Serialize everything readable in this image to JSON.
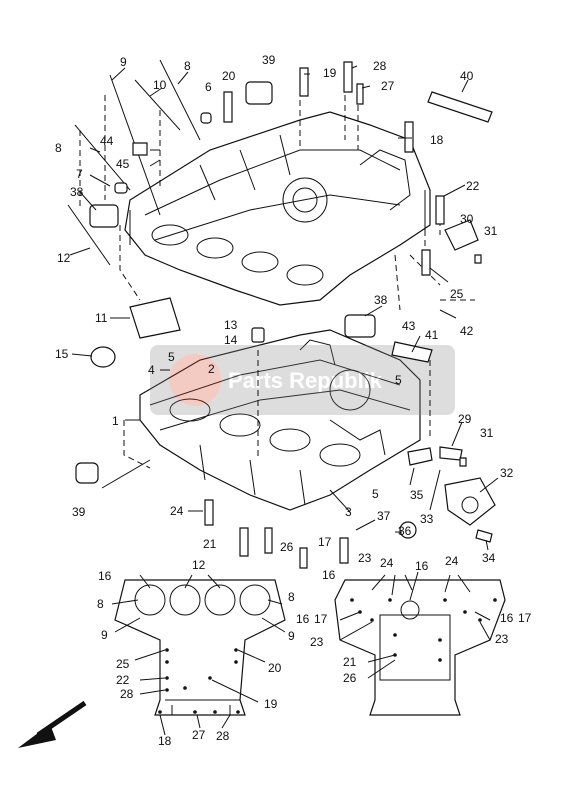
{
  "callouts": [
    {
      "id": "c9a",
      "text": "9"
    },
    {
      "id": "c8a",
      "text": "8"
    },
    {
      "id": "c39a",
      "text": "39"
    },
    {
      "id": "c19a",
      "text": "19"
    },
    {
      "id": "c28a",
      "text": "28"
    },
    {
      "id": "c40",
      "text": "40"
    },
    {
      "id": "c20a",
      "text": "20"
    },
    {
      "id": "c6",
      "text": "6"
    },
    {
      "id": "c10",
      "text": "10"
    },
    {
      "id": "c27a",
      "text": "27"
    },
    {
      "id": "c8b",
      "text": "8"
    },
    {
      "id": "c44",
      "text": "44"
    },
    {
      "id": "c45",
      "text": "45"
    },
    {
      "id": "c7",
      "text": "7"
    },
    {
      "id": "c18a",
      "text": "18"
    },
    {
      "id": "c38a",
      "text": "38"
    },
    {
      "id": "c22a",
      "text": "22"
    },
    {
      "id": "c12a",
      "text": "12"
    },
    {
      "id": "c30",
      "text": "30"
    },
    {
      "id": "c31a",
      "text": "31"
    },
    {
      "id": "c25a",
      "text": "25"
    },
    {
      "id": "c11",
      "text": "11"
    },
    {
      "id": "c38b",
      "text": "38"
    },
    {
      "id": "c13",
      "text": "13"
    },
    {
      "id": "c14",
      "text": "14"
    },
    {
      "id": "c43",
      "text": "43"
    },
    {
      "id": "c42",
      "text": "42"
    },
    {
      "id": "c41",
      "text": "41"
    },
    {
      "id": "c15",
      "text": "15"
    },
    {
      "id": "c5a",
      "text": "5"
    },
    {
      "id": "c4",
      "text": "4"
    },
    {
      "id": "c2",
      "text": "2"
    },
    {
      "id": "c5b",
      "text": "5"
    },
    {
      "id": "c1",
      "text": "1"
    },
    {
      "id": "c29",
      "text": "29"
    },
    {
      "id": "c31b",
      "text": "31"
    },
    {
      "id": "c32",
      "text": "32"
    },
    {
      "id": "c5c",
      "text": "5"
    },
    {
      "id": "c35",
      "text": "35"
    },
    {
      "id": "c33",
      "text": "33"
    },
    {
      "id": "c39b",
      "text": "39"
    },
    {
      "id": "c24a",
      "text": "24"
    },
    {
      "id": "c3",
      "text": "3"
    },
    {
      "id": "c37",
      "text": "37"
    },
    {
      "id": "c36",
      "text": "36"
    },
    {
      "id": "c21a",
      "text": "21"
    },
    {
      "id": "c26a",
      "text": "26"
    },
    {
      "id": "c17a",
      "text": "17"
    },
    {
      "id": "c23a",
      "text": "23"
    },
    {
      "id": "c34",
      "text": "34"
    },
    {
      "id": "c16a",
      "text": "16"
    },
    {
      "id": "c12b",
      "text": "12"
    },
    {
      "id": "c16b",
      "text": "16"
    },
    {
      "id": "c8c",
      "text": "8"
    },
    {
      "id": "c8d",
      "text": "8"
    },
    {
      "id": "c9b",
      "text": "9"
    },
    {
      "id": "c9c",
      "text": "9"
    },
    {
      "id": "c25b",
      "text": "25"
    },
    {
      "id": "c20b",
      "text": "20"
    },
    {
      "id": "c22b",
      "text": "22"
    },
    {
      "id": "c28b",
      "text": "28"
    },
    {
      "id": "c19b",
      "text": "19"
    },
    {
      "id": "c18b",
      "text": "18"
    },
    {
      "id": "c27b",
      "text": "27"
    },
    {
      "id": "c28c",
      "text": "28"
    },
    {
      "id": "c24b",
      "text": "24"
    },
    {
      "id": "c24c",
      "text": "24"
    },
    {
      "id": "c16c",
      "text": "16"
    },
    {
      "id": "c16d",
      "text": "16"
    },
    {
      "id": "c17b",
      "text": "17"
    },
    {
      "id": "c16e",
      "text": "16"
    },
    {
      "id": "c17c",
      "text": "17"
    },
    {
      "id": "c23b",
      "text": "23"
    },
    {
      "id": "c23c",
      "text": "23"
    },
    {
      "id": "c21b",
      "text": "21"
    },
    {
      "id": "c26b",
      "text": "26"
    }
  ],
  "watermark": "Parts Republik",
  "colors": {
    "ink": "#111111",
    "watermark": "#d9472b",
    "background": "#ffffff"
  },
  "icons": {
    "front_arrow": "front-direction-arrow-icon"
  }
}
